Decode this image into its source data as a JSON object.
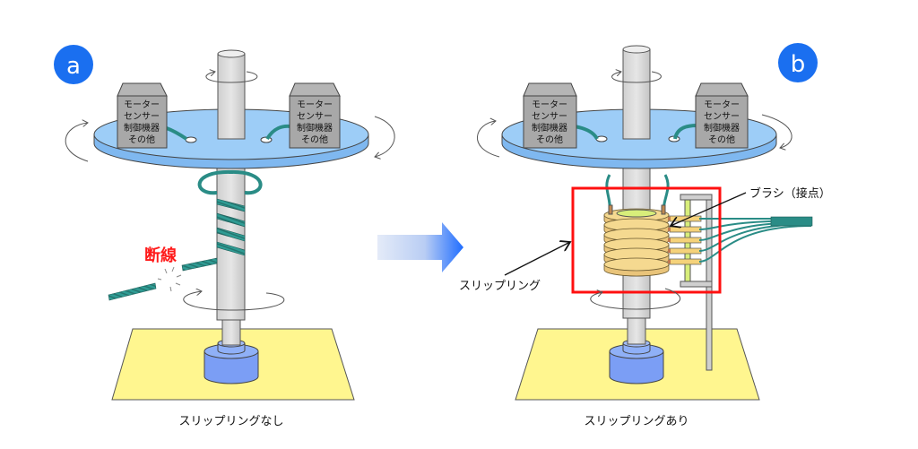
{
  "panels": [
    {
      "id": "a",
      "badge": "a",
      "caption": "スリップリングなし",
      "boxes": [
        {
          "lines": [
            "モーター",
            "センサー",
            "制御機器",
            "その他"
          ]
        },
        {
          "lines": [
            "モーター",
            "センサー",
            "制御機器",
            "その他"
          ]
        }
      ],
      "break_label": "断線"
    },
    {
      "id": "b",
      "badge": "b",
      "caption": "スリップリングあり",
      "boxes": [
        {
          "lines": [
            "モーター",
            "センサー",
            "制御機器",
            "その他"
          ]
        },
        {
          "lines": [
            "モーター",
            "センサー",
            "制御機器",
            "その他"
          ]
        }
      ],
      "brush_label": "ブラシ（接点）",
      "slipring_label": "スリップリング"
    }
  ],
  "colors": {
    "badge": "#1a6ff0",
    "disc": "#8ec5f5",
    "shaft": "#d9d9d9",
    "cable": "#2a8c86",
    "base": "#fff58a",
    "motor": "#7a9cf5",
    "ring": "#f2d48a",
    "highlight": "#ff1010",
    "arrow": "#2277ff"
  }
}
